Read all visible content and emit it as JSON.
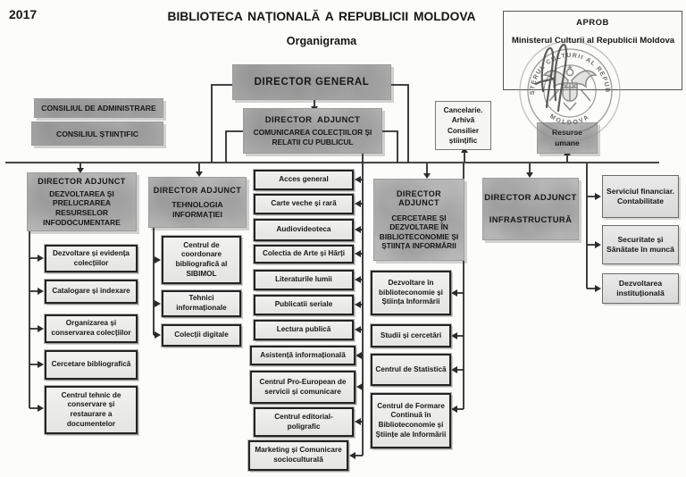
{
  "year": "2017",
  "header": {
    "title": "BIBLIOTECA NAȚIONALĂ A REPUBLICII MOLDOVA",
    "subtitle": "Organigrama"
  },
  "approval": {
    "label": "APROB",
    "ministry": "Ministerul Culturii al Republicii Moldova",
    "stamp_ring_top": "MINISTERUL CULTURII AL REPUBLICII",
    "stamp_ring_bottom": "MOLDOVA"
  },
  "councils": {
    "administration": "CONSILIUL DE ADMINISTRARE",
    "scientific": "CONSILIUL ȘTIINȚIFIC"
  },
  "general_director": {
    "title": "DIRECTOR GENERAL"
  },
  "deputy_communication": {
    "title": "DIRECTOR ADJUNCT",
    "division": "COMUNICAREA COLECȚIILOR ȘI RELATII CU PUBLICUL"
  },
  "support_units": {
    "chancellery": [
      "Cancelarie.",
      "Arhivă",
      "Consilier",
      "științific"
    ],
    "hr": "Resurse umane"
  },
  "deputy_development": {
    "title": "DIRECTOR ADJUNCT",
    "division": "DEZVOLTAREA ȘI PRELUCRAREA RESURSELOR INFODOCUMENTARE",
    "units": [
      "Dezvoltare și evidența colecțiilor",
      "Catalogare și indexare",
      "Organizarea și conservarea colecțiilor",
      "Cercetare bibliografică",
      "Centrul tehnic de conservare și restaurare a documentelor"
    ]
  },
  "deputy_it": {
    "title": "DIRECTOR ADJUNCT",
    "division": "TEHNOLOGIA INFORMAȚIEI",
    "units": [
      "Centrul de coordonare bibliografică al SIBIMOL",
      "Tehnici informaționale",
      "Colecții digitale"
    ]
  },
  "communication_units": [
    "Acces general",
    "Carte veche și rară",
    "Audiovideoteca",
    "Colectia de Arte și Hărți",
    "Literaturile lumii",
    "Publicatii seriale",
    "Lectura publică",
    "Asistență informațională",
    "Centrul Pro-European de servicii și comunicare",
    "Centrul editorial-poligrafic",
    "Marketing și Comunicare socioculturală"
  ],
  "deputy_research": {
    "title": "DIRECTOR ADJUNCT",
    "division": "CERCETARE ȘI DEZVOLTARE ÎN BIBLIOTECONOMIE ȘI ȘTIINȚA INFORMĂRII",
    "units": [
      "Dezvoltare în biblioteconomie și Știința Informării",
      "Studii și cercetări",
      "Centrul de Statistică",
      "Centrul de Formare Continuă în Biblioteconomie și Științe ale Informării"
    ]
  },
  "deputy_infrastructure": {
    "title": "DIRECTOR ADJUNCT",
    "division": "INFRASTRUCTURĂ",
    "units": [
      "Serviciul financiar. Contabilitate",
      "Securitate și Sănătate în muncă",
      "Dezvoltarea instituțională"
    ]
  }
}
